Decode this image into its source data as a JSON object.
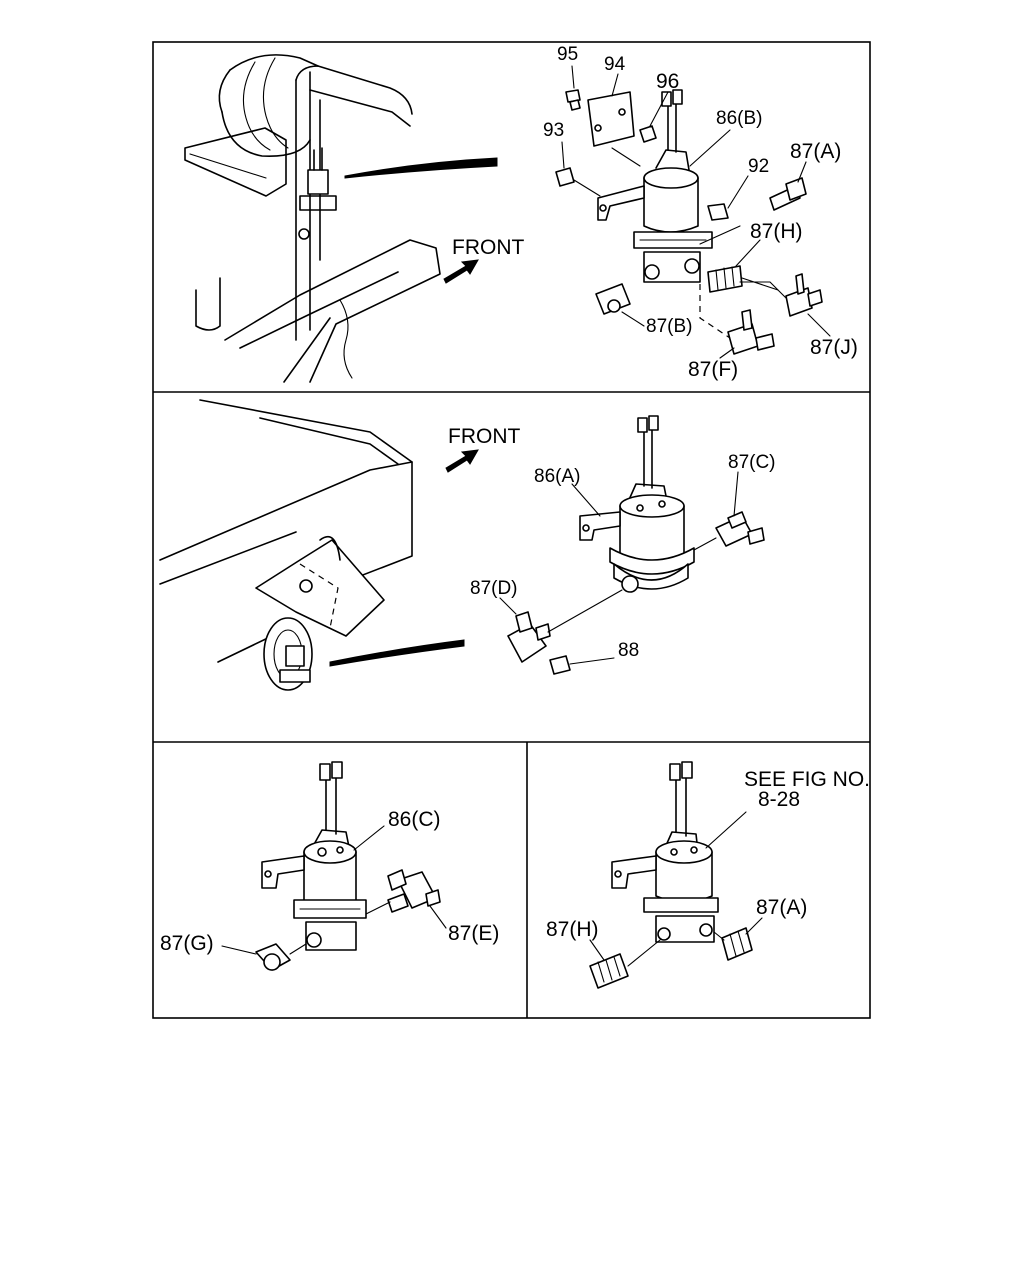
{
  "panels": {
    "top": {
      "front_label": "FRONT",
      "labels": {
        "p95": "95",
        "p94": "94",
        "p96": "96",
        "p93": "93",
        "p86b": "86(B)",
        "p92": "92",
        "p87a": "87(A)",
        "p87h": "87(H)",
        "p87b": "87(B)",
        "p87j": "87(J)",
        "p87f": "87(F)"
      }
    },
    "middle": {
      "front_label": "FRONT",
      "labels": {
        "p86a": "86(A)",
        "p87c": "87(C)",
        "p87d": "87(D)",
        "p88": "88"
      }
    },
    "bottom_left": {
      "labels": {
        "p86c": "86(C)",
        "p87g": "87(G)",
        "p87e": "87(E)"
      }
    },
    "bottom_right": {
      "see_fig_line1": "SEE FIG NO.",
      "see_fig_line2": "8-28",
      "labels": {
        "p87h": "87(H)",
        "p87a": "87(A)"
      }
    }
  }
}
